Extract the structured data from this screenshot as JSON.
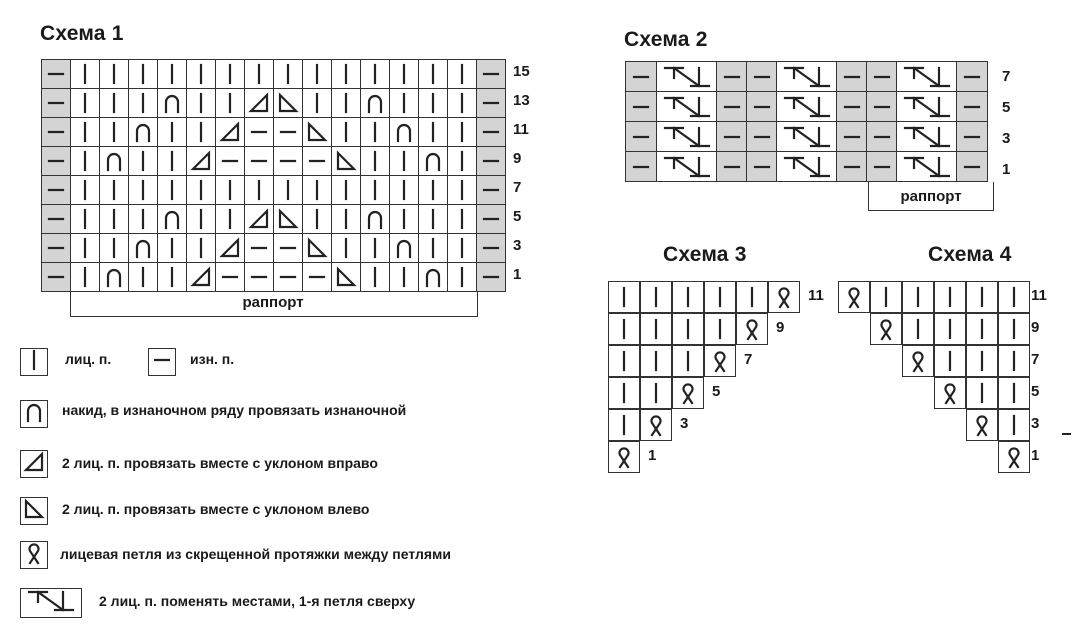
{
  "scheme1": {
    "title": "Схема 1",
    "row_numbers": [
      "15",
      "13",
      "11",
      "9",
      "7",
      "5",
      "3",
      "1"
    ],
    "rapport_label": "раппорт",
    "rows": [
      [
        "P",
        "K",
        "K",
        "K",
        "K",
        "K",
        "K",
        "K",
        "K",
        "K",
        "K",
        "K",
        "K",
        "K",
        "K",
        "P"
      ],
      [
        "P",
        "K",
        "K",
        "K",
        "Y",
        "K",
        "K",
        "L",
        "R",
        "K",
        "K",
        "Y",
        "K",
        "K",
        "K",
        "P"
      ],
      [
        "P",
        "K",
        "K",
        "Y",
        "K",
        "K",
        "L",
        "P",
        "P",
        "R",
        "K",
        "K",
        "Y",
        "K",
        "K",
        "P"
      ],
      [
        "P",
        "K",
        "Y",
        "K",
        "K",
        "L",
        "P",
        "P",
        "P",
        "P",
        "R",
        "K",
        "K",
        "Y",
        "K",
        "P"
      ],
      [
        "P",
        "K",
        "K",
        "K",
        "K",
        "K",
        "K",
        "K",
        "K",
        "K",
        "K",
        "K",
        "K",
        "K",
        "K",
        "P"
      ],
      [
        "P",
        "K",
        "K",
        "K",
        "Y",
        "K",
        "K",
        "L",
        "R",
        "K",
        "K",
        "Y",
        "K",
        "K",
        "K",
        "P"
      ],
      [
        "P",
        "K",
        "K",
        "Y",
        "K",
        "K",
        "L",
        "P",
        "P",
        "R",
        "K",
        "K",
        "Y",
        "K",
        "K",
        "P"
      ],
      [
        "P",
        "K",
        "Y",
        "K",
        "K",
        "L",
        "P",
        "P",
        "P",
        "P",
        "R",
        "K",
        "K",
        "Y",
        "K",
        "P"
      ]
    ]
  },
  "scheme2": {
    "title": "Схема 2",
    "row_numbers": [
      "7",
      "5",
      "3",
      "1"
    ],
    "rapport_label": "раппорт",
    "row_pattern": [
      "P",
      "C",
      "P",
      "P",
      "C",
      "P",
      "P",
      "C",
      "P"
    ]
  },
  "scheme3": {
    "title": "Схема 3",
    "row_numbers": [
      "11",
      "9",
      "7",
      "5",
      "3",
      "1"
    ]
  },
  "scheme4": {
    "title": "Схема 4",
    "row_numbers": [
      "11",
      "9",
      "7",
      "5",
      "3",
      "1"
    ]
  },
  "legend": {
    "knit": "лиц. п.",
    "purl": "изн. п.",
    "yarn_over": "накид, в изнаночном ряду провязать изнаночной",
    "k2tog_right": "2 лиц. п. провязать вместе с уклоном вправо",
    "k2tog_left": "2 лиц. п. провязать вместе с уклоном влево",
    "twisted_knit": "лицевая петля из скрещенной протяжки между петлями",
    "cross": "2 лиц. п. поменять местами, 1-я петля сверху"
  },
  "symbols": {
    "K": "knit-stitch-icon",
    "P": "purl-stitch-icon",
    "Y": "yarn-over-icon",
    "L": "decrease-right-icon",
    "R": "decrease-left-icon",
    "T": "twisted-knit-icon",
    "C": "cross-stitch-icon"
  },
  "colors": {
    "shade": "#d4d4d4",
    "line": "#222222"
  }
}
